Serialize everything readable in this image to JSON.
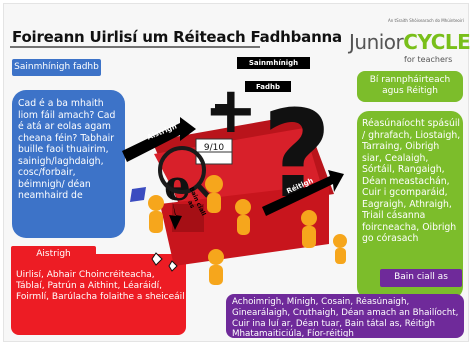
{
  "title": "Foireann Uirlisí um Réiteach Fadhbanna",
  "brand": {
    "org_line": "An tSraith Shóisearach do Mhúinteoirí",
    "name_part1": "Junior",
    "name_part2": "CYCLE",
    "tagline": "for teachers"
  },
  "boxes": {
    "define_label": "Sainmhínigh fadhb",
    "define_text": "Cad é a ba mhaith liom fáil amach? Cad é atá ar eolas agam cheana féin? Tabhair buille faoi thuairim, sainigh/laghdaigh, cosc/forbair, béimnigh/ déan neamhaird de",
    "strategy_label": "Aistrigh",
    "strategy_text": "Uirlisí, Ábhair Choincréiteacha, Táblaí, Patrún a Aithint, Léaráidí, Foirmlí, Barúlacha folaithe a sheiceáil",
    "systematic_label": "Bí rannpháirteach agus Réitigh",
    "systematic_text": "Réasúnaíocht spásúil / ghrafach, Liostaigh, Tarraing, Oibrigh siar, Cealaigh, Sórtáil, Rangaigh, Déan meastachán, Cuir i gcomparáid, Eagraigh, Athraigh, Triail cásanna foircneacha, Oibrigh go córasach",
    "reflect_label": "Bain ciall as",
    "reflect_text": "Achoimrigh, Mínigh, Cosain, Réasúnaigh, Ginearálaigh, Cruthaigh, Déan amach an Bhailíocht, Cuir ina luí ar, Déan tuar, Bain tátal as, Réitigh Mhatamaiticiúla, Fíor-réitigh"
  },
  "center": {
    "bar1": "Sainmhínigh",
    "bar2": "Fadhb",
    "aistrigh": "Aistrigh",
    "fraction": "9/10",
    "bain": "Bain ciall as",
    "reitigh": "Réitigh"
  },
  "colors": {
    "blue": "#3d73c8",
    "green": "#7cbd2b",
    "red": "#ed1c24",
    "purple": "#6f2a9a",
    "toolbox": "#d8202a",
    "figure": "#f6a61c",
    "brand_green": "#79bf1a"
  }
}
